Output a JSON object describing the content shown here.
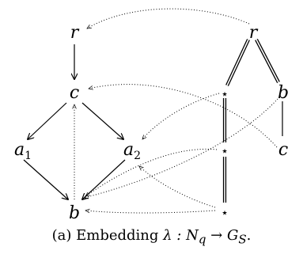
{
  "left_graph": {
    "nodes": {
      "r": "r",
      "c": "c",
      "a1": {
        "base": "a",
        "sub": "1"
      },
      "a2": {
        "base": "a",
        "sub": "2"
      },
      "b": "b"
    }
  },
  "right_graph": {
    "nodes": {
      "r": "r",
      "b": "b",
      "c": "c",
      "star1": "⋆",
      "star2": "⋆",
      "star3": "⋆"
    }
  },
  "caption": {
    "prefix": "(a) Embedding ",
    "formula": "λ : N",
    "sub_q": "q",
    "arrow": " → G",
    "sub_s": "S",
    "suffix": "."
  }
}
